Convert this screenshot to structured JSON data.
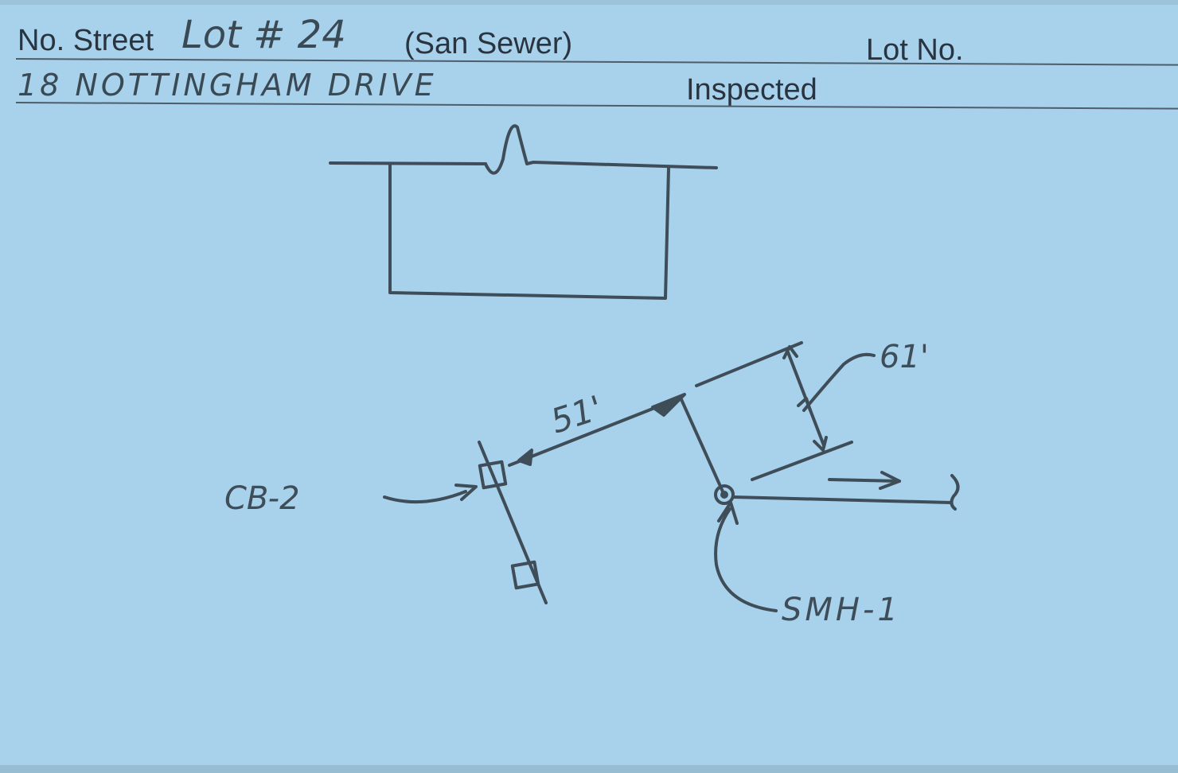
{
  "card": {
    "street_label": "No. Street",
    "street_value_handwritten": "Lot # 24",
    "service_type": "(San Sewer)",
    "lot_no_label": "Lot No.",
    "address_handwritten": "18 NOTTINGHAM DRIVE",
    "inspected_label": "Inspected"
  },
  "sketch": {
    "distance_label_1": "51'",
    "distance_label_2": "61'",
    "catch_basin_label": "CB-2",
    "manhole_label": "SMH-1",
    "ink_color": "#3f4d58"
  }
}
